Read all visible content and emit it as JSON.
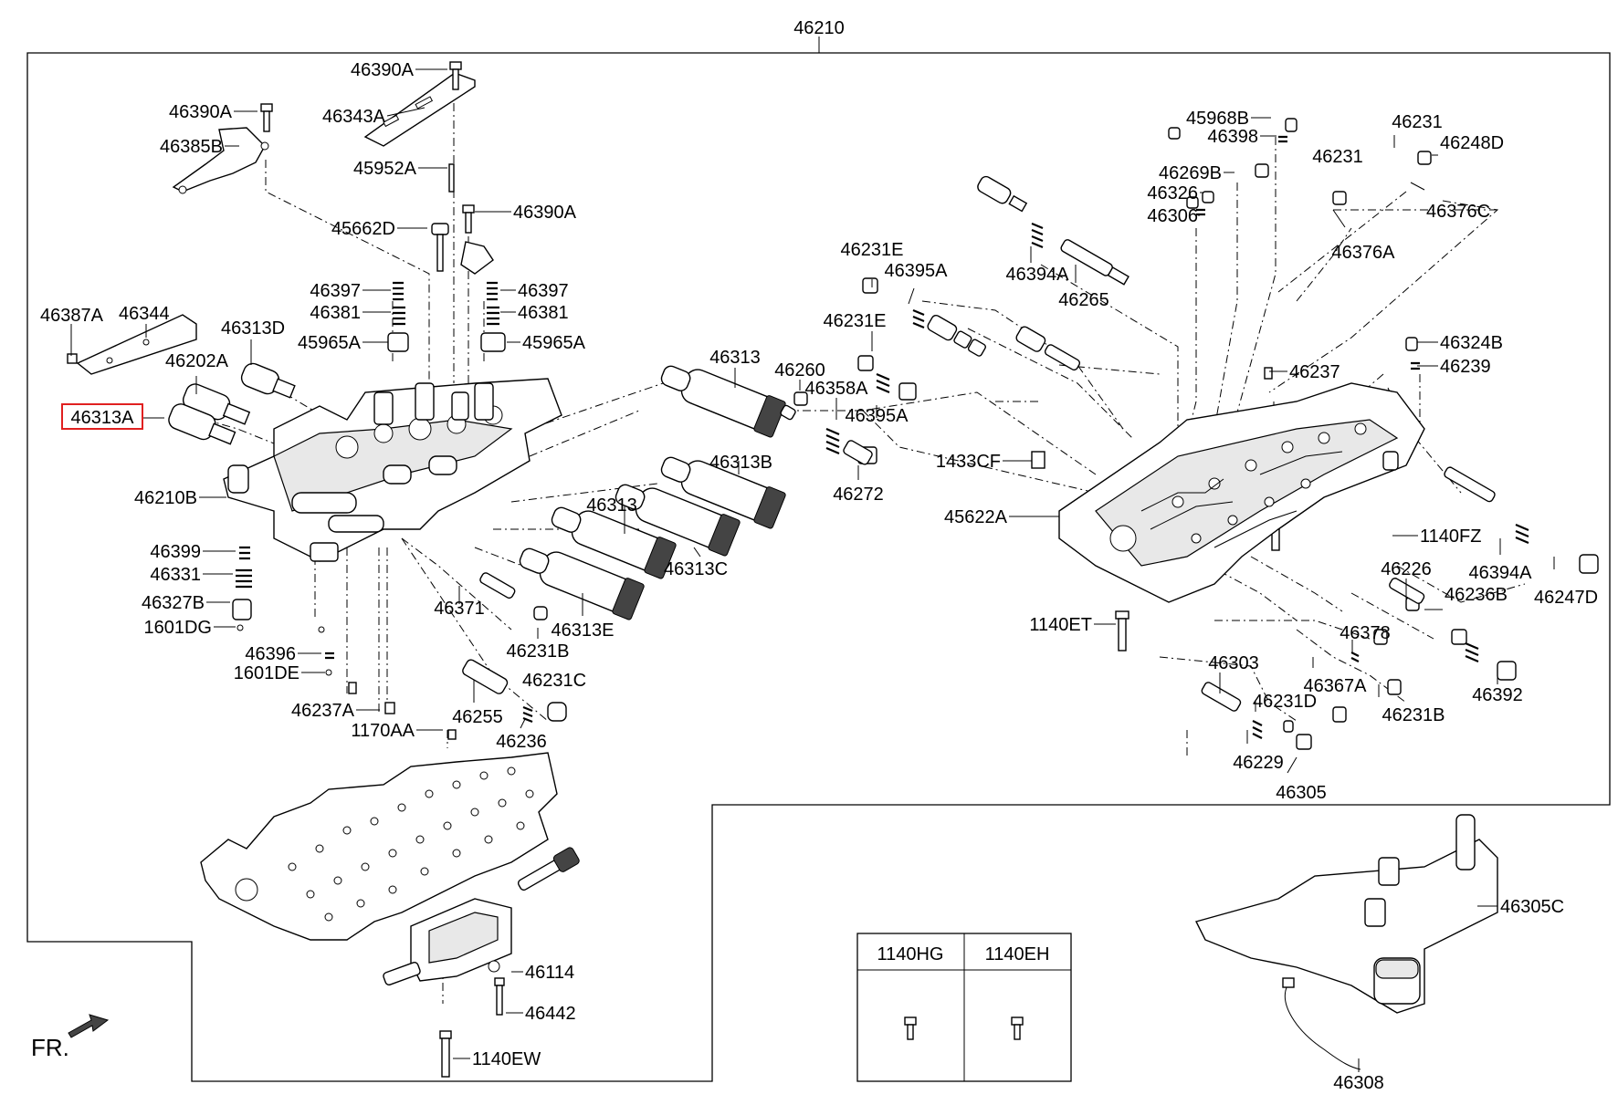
{
  "assembly_label": "46210",
  "front_marker": "FR.",
  "highlighted_part": "46313A",
  "legend": {
    "col1": "1140HG",
    "col2": "1140EH"
  },
  "parts": {
    "p46390A_1": "46390A",
    "p46343A": "46343A",
    "p46390A_2": "46390A",
    "p46385B": "46385B",
    "p45952A": "45952A",
    "p45662D": "45662D",
    "p46390A_3": "46390A",
    "p46397_1": "46397",
    "p46381_1": "46381",
    "p45965A_1": "45965A",
    "p46397_2": "46397",
    "p46381_2": "46381",
    "p45965A_2": "45965A",
    "p46387A": "46387A",
    "p46344": "46344",
    "p46313D": "46313D",
    "p46202A": "46202A",
    "p46313A": "46313A",
    "p46210B": "46210B",
    "p46399": "46399",
    "p46331": "46331",
    "p46327B": "46327B",
    "p1601DG": "1601DG",
    "p46396": "46396",
    "p1601DE": "1601DE",
    "p46237A": "46237A",
    "p46371": "46371",
    "p46231B_1": "46231B",
    "p46231C": "46231C",
    "p46255": "46255",
    "p46236": "46236",
    "p1170AA": "1170AA",
    "p46114": "46114",
    "p46442": "46442",
    "p1140EW": "1140EW",
    "p46313_1": "46313",
    "p46313B": "46313B",
    "p46313_2": "46313",
    "p46313C": "46313C",
    "p46313E": "46313E",
    "p46260": "46260",
    "p46358A": "46358A",
    "p46395A_1": "46395A",
    "p46231E_1": "46231E",
    "p46231E_2": "46231E",
    "p46395A_2": "46395A",
    "p46272": "46272",
    "p1433CF": "1433CF",
    "p45622A": "45622A",
    "p1140ET": "1140ET",
    "p45968B": "45968B",
    "p46398": "46398",
    "p46269B": "46269B",
    "p46326": "46326",
    "p46306": "46306",
    "p46394A_1": "46394A",
    "p46265": "46265",
    "p46231_1": "46231",
    "p46231_2": "46231",
    "p46248D": "46248D",
    "p46376C": "46376C",
    "p46376A": "46376A",
    "p46324B": "46324B",
    "p46239": "46239",
    "p46237": "46237",
    "p1140FZ": "1140FZ",
    "p46226": "46226",
    "p46394A_2": "46394A",
    "p46236B": "46236B",
    "p46247D": "46247D",
    "p46378": "46378",
    "p46367A": "46367A",
    "p46231B_2": "46231B",
    "p46392": "46392",
    "p46303": "46303",
    "p46231D": "46231D",
    "p46229": "46229",
    "p46305": "46305",
    "p46305C": "46305C",
    "p46308": "46308"
  }
}
